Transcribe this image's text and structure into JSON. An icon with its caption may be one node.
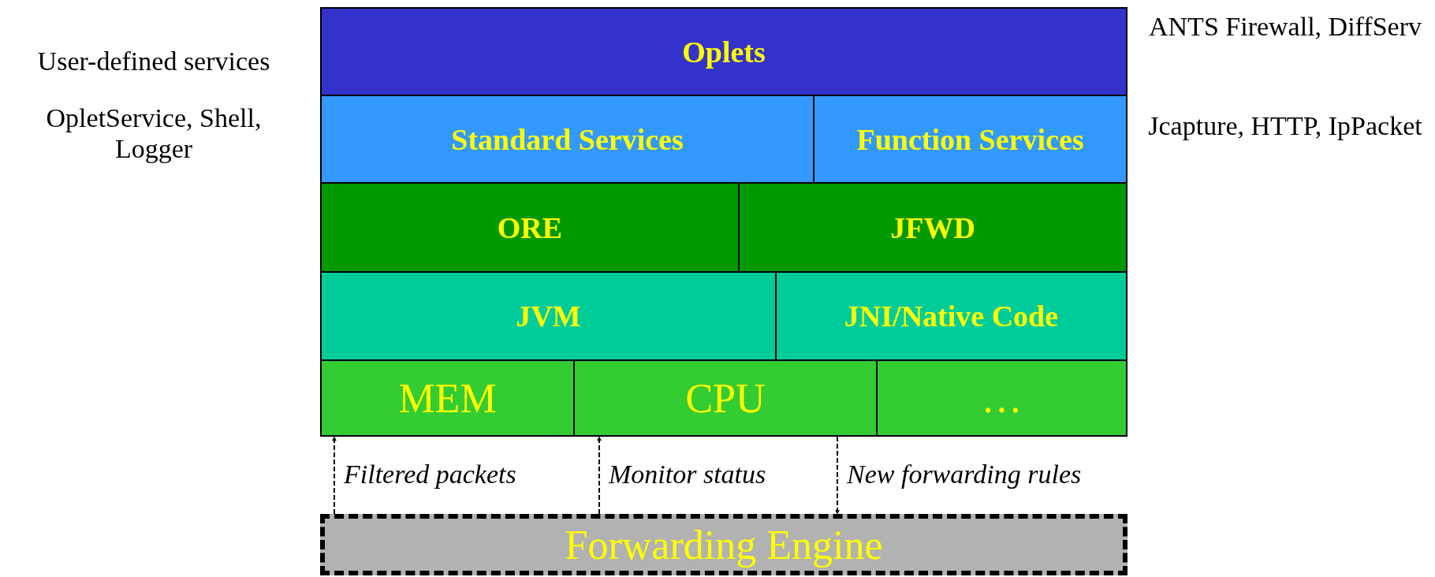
{
  "diagram": {
    "nodes": [
      {
        "text": [
          "Oplets"
        ]
      },
      {
        "text": [
          "Standard Services"
        ]
      },
      {
        "text": [
          "Function Services"
        ]
      },
      {
        "text": [
          "ORE"
        ]
      },
      {
        "text": [
          "JFWD"
        ]
      },
      {
        "text": [
          "JVM"
        ]
      },
      {
        "text": [
          "JNI/Native Code"
        ]
      },
      {
        "text": [
          "MEM"
        ]
      },
      {
        "text": [
          "CPU"
        ]
      },
      {
        "text": [
          "…"
        ]
      },
      {
        "text": [
          "Forwarding Engine"
        ]
      }
    ],
    "edges": [
      {
        "from": 10,
        "to": 7,
        "arrow": "to",
        "label": "Filtered packets",
        "style": "dashed"
      },
      {
        "from": 10,
        "to": 8,
        "arrow": "to",
        "label": "Monitor status",
        "style": "dashed"
      },
      {
        "from": 8,
        "to": 10,
        "arrow": "to",
        "label": "New forwarding rules",
        "style": "dashed"
      }
    ],
    "labels": [
      "User-defined services",
      "ANTS Firewall, DiffServ",
      "OpletService, Shell, Logger",
      "Jcapture, HTTP, IpPacket"
    ]
  }
}
